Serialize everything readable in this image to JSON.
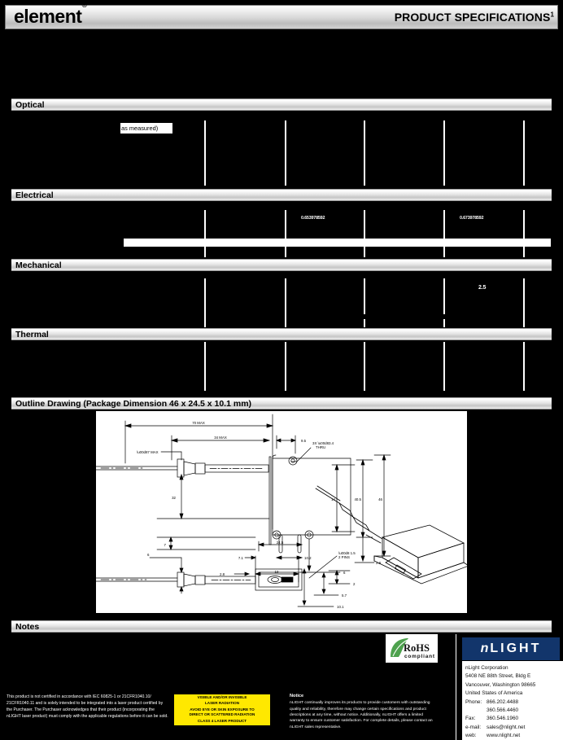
{
  "header": {
    "brand": "element",
    "brand_mark": "®",
    "title": "PRODUCT SPECIFICATIONS",
    "title_footnote": "1"
  },
  "sections": {
    "optical": "Optical",
    "electrical": "Electrical",
    "mechanical": "Mechanical",
    "thermal": "Thermal",
    "outline": "Outline Drawing (Package Dimension 46 x 24.5 x 10.1 mm)",
    "notes": "Notes"
  },
  "optical_rows": [
    {
      "note": "as measured)"
    }
  ],
  "electrical_values": {
    "value_1": "0.653978592",
    "value_2": "0.673978592"
  },
  "mechanical_values": {
    "value_1": "2.5"
  },
  "drawing": {
    "top_view": {
      "dim_70max": "70 MAX",
      "dim_34max": "34 MAX",
      "dim_95": "9.5",
      "callout_holes_line1": "3X Ø3.4",
      "callout_holes_line2": "THRU",
      "dim_fiber": "Ø7 MAX",
      "dim_32": "32",
      "dim_7": "7",
      "dim_14": "14",
      "dim_405": "40.5",
      "dim_46": "46",
      "dim_28_right": "2.8",
      "dim_6": "6",
      "dim_28_bottom": "2.8",
      "dim_19": "19"
    },
    "side_view": {
      "dim_245": "24.5",
      "dim_71": "7.1",
      "dim_102": "10.2",
      "callout_pins_line1": "Ø1.5",
      "callout_pins_line2": "2 PINS",
      "dim_6": "6",
      "dim_2": "2",
      "dim_57": "5.7",
      "dim_101": "10.1"
    }
  },
  "footer": {
    "rohs_line1": "RoHS",
    "rohs_line2": "compliant",
    "logo_italic": "n",
    "logo_text": "LIGHT",
    "company": {
      "name": "nLight Corporation",
      "street": "5408 NE 88th Street, Bldg E",
      "city": "Vancouver, Washington 98665",
      "country": "United States of America",
      "phone_label": "Phone:",
      "phone_1": "866.202.4488",
      "phone_2": "360.566.4460",
      "fax_label": "Fax:",
      "fax": "360.546.1960",
      "email_label": "e-mail:",
      "email": "sales@nlight.net",
      "web_label": "web:",
      "web": "www.nlight.net"
    },
    "disclaimer": "This product is not certified in accordance with IEC 60825-1 or 21CFR1040.10/ 21CFR1040.11 and is solely intended to be integrated into a laser product certified by the Purchaser. The Purchaser acknowledges that their product (incorporating the nLIGHT laser product) must comply with the applicable regulations before it can be sold.",
    "notice_title": "Notice",
    "notice_body": "nLIGHT continually improves its products to provide customers with outstanding quality and reliability, therefore may change certain specifications and product descriptions at any time, without notice. Additionally, nLIGHT offers a limited warranty to ensure customer satisfaction. For complete details, please contact an nLIGHT sales representative.",
    "warning": {
      "line1": "VISIBLE AND/OR INVISIBLE",
      "line2": "LASER RADIATION",
      "line3": "AVOID EYE OR SKIN EXPOSURE TO",
      "line4": "DIRECT OR SCATTERED RADIATION",
      "line5": "CLASS 4 LASER PRODUCT"
    }
  },
  "colors": {
    "page_background": "#000000",
    "bar_gradient_light": "#ffffff",
    "bar_gradient_dark": "#c6c6c6",
    "logo_blue": "#12356b",
    "warning_yellow": "#ffe800"
  }
}
